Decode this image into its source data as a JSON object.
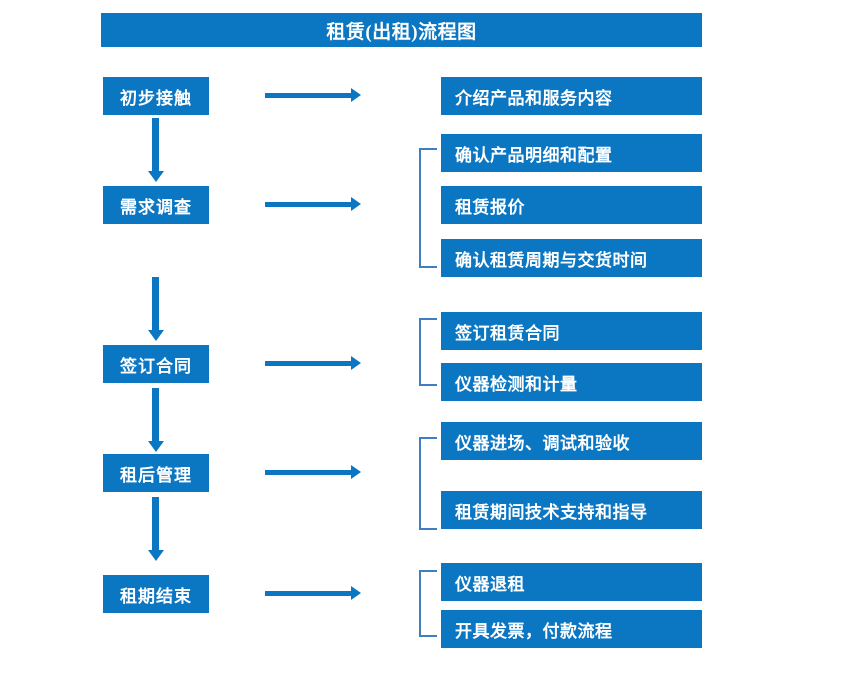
{
  "title": "租赁(出租)流程图",
  "colors": {
    "primary": "#0b76c2",
    "bracket": "#3f7fc1",
    "text_on_primary": "#ffffff",
    "background": "#ffffff"
  },
  "flow": {
    "stages": [
      {
        "id": "stage-1",
        "label": "初步接触"
      },
      {
        "id": "stage-2",
        "label": "需求调查"
      },
      {
        "id": "stage-3",
        "label": "签订合同"
      },
      {
        "id": "stage-4",
        "label": "租后管理"
      },
      {
        "id": "stage-5",
        "label": "租期结束"
      }
    ],
    "details": [
      {
        "id": "detail-1",
        "label": "介绍产品和服务内容",
        "stage": "stage-1",
        "group": null
      },
      {
        "id": "detail-2",
        "label": "确认产品明细和配置",
        "stage": "stage-2",
        "group": "group-2"
      },
      {
        "id": "detail-3",
        "label": "租赁报价",
        "stage": "stage-2",
        "group": "group-2"
      },
      {
        "id": "detail-4",
        "label": "确认租赁周期与交货时间",
        "stage": "stage-2",
        "group": "group-2"
      },
      {
        "id": "detail-5",
        "label": "签订租赁合同",
        "stage": "stage-3",
        "group": "group-3"
      },
      {
        "id": "detail-6",
        "label": "仪器检测和计量",
        "stage": "stage-3",
        "group": "group-3"
      },
      {
        "id": "detail-7",
        "label": "仪器进场、调试和验收",
        "stage": "stage-4",
        "group": "group-4"
      },
      {
        "id": "detail-8",
        "label": "租赁期间技术支持和指导",
        "stage": "stage-4",
        "group": "group-4"
      },
      {
        "id": "detail-9",
        "label": "仪器退租",
        "stage": "stage-5",
        "group": "group-5"
      },
      {
        "id": "detail-10",
        "label": "开具发票，付款流程",
        "stage": "stage-5",
        "group": "group-5"
      }
    ],
    "connectors": {
      "vertical_count": 4,
      "horizontal_count": 5,
      "bracket_count": 4
    }
  }
}
